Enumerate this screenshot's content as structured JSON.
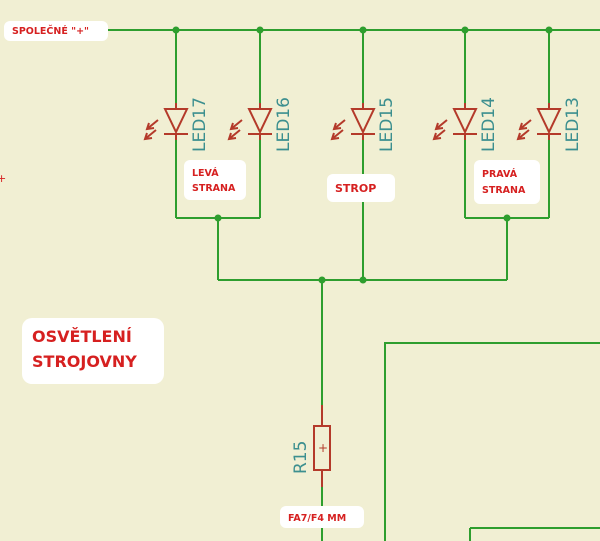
{
  "net_labels": {
    "common_plus": "SPOLEČNÉ \"+\"",
    "bottom_net": "FA7/F4 MM"
  },
  "group_labels": {
    "left_line1": "LEVÁ",
    "left_line2": "STRANA",
    "middle": "STROP",
    "right_line1": "PRAVÁ",
    "right_line2": "STRANA"
  },
  "title": {
    "line1": "OSVĚTLENÍ",
    "line2": "STROJOVNY"
  },
  "components": {
    "leds": [
      "LED17",
      "LED16",
      "LED15",
      "LED14",
      "LED13"
    ],
    "resistor": "R15",
    "resistor_symbol": "+"
  },
  "edge_stub": "+",
  "colors": {
    "background": "#f1efd3",
    "wire": "#2e9e2e",
    "component": "#b43a2a",
    "label_red": "#d62020",
    "ref_teal": "#3c8f8f"
  }
}
